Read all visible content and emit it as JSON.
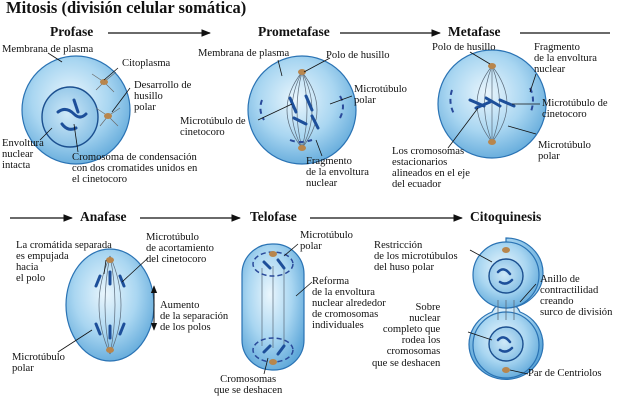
{
  "title": "Mitosis (división celular somática)",
  "phases": {
    "profase": "Profase",
    "prometafase": "Prometafase",
    "metafase": "Metafase",
    "anafase": "Anafase",
    "telofase": "Telofase",
    "citoquinesis": "Citoquinesis"
  },
  "labels": {
    "profase": {
      "membrana": "Membrana de plasma",
      "citoplasma": "Citoplasma",
      "desarrollo": "Desarrollo de\nhusillo\npolar",
      "envoltura": "Envoltura\nnuclear\nintacta",
      "cromosoma": "Cromosoma de condensación\ncon dos cromatides unidos en\nel cinetocoro"
    },
    "prometafase": {
      "membrana": "Membrana de plasma",
      "polo": "Polo de husillo",
      "microtubulo_polar": "Microtúbulo\npolar",
      "microtubulo_cinetocoro": "Microtúbulo de\ncinetocoro",
      "fragmento": "Fragmento\nde la envoltura\nnuclear"
    },
    "metafase": {
      "polo": "Polo de husillo",
      "fragmento": "Fragmento\nde la envoltura\nnuclear",
      "microtubulo_cinetocoro": "Microtúbulo de\ncinetocoro",
      "microtubulo_polar": "Microtúbulo\npolar",
      "cromosomas": "Los cromosomas\nestacionarios\nalineados en el eje\ndel ecuador"
    },
    "anafase": {
      "cromatida": "La cromátida separada\nes empujada\nhacia\nel polo",
      "acortamiento": "Microtúbulo\nde acortamiento\ndel cinetocoro",
      "aumento": "Aumento\nde la separación\nde los polos",
      "microtubulo_polar": "Microtúbulo\npolar"
    },
    "telofase": {
      "microtubulo_polar": "Microtúbulo\npolar",
      "reforma": "Reforma\nde la envoltura\nnuclear alrededor\nde cromosomas\nindividuales",
      "cromosomas": "Cromosomas\nque se deshacen"
    },
    "citoquinesis": {
      "restriccion": "Restricción\nde los microtúbulos\ndel huso polar",
      "anillo": "Anillo de\ncontractilidad\ncreando\nsurco de división",
      "sobre": "Sobre\nnuclear\ncompleto que\nrodea los\ncromosomas\nque se deshacen",
      "par": "Par de Centriolos"
    }
  },
  "colors": {
    "cell_fill": "#9fd0ee",
    "cell_edge": "#2a73b4",
    "chromosome": "#1d4f9a",
    "centrosome": "#b8864d",
    "arrow": "#111111"
  }
}
